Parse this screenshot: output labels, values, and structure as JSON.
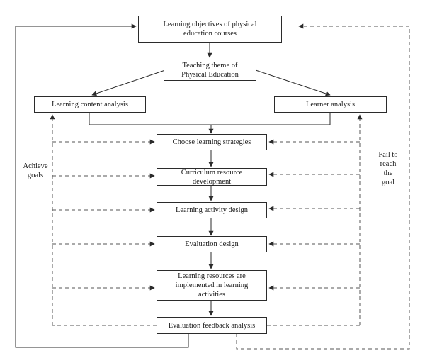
{
  "nodes": {
    "objectives": "Learning objectives of physical\neducation courses",
    "theme": "Teaching theme of\nPhysical Education",
    "content_analysis": "Learning content analysis",
    "learner_analysis": "Learner analysis",
    "strategies": "Choose learning strategies",
    "resource_dev": "Curriculum resource\ndevelopment",
    "activity_design": "Learning activity design",
    "evaluation_design": "Evaluation design",
    "implemented": "Learning resources are\nimplemented in learning\nactivities",
    "feedback": "Evaluation feedback analysis"
  },
  "labels": {
    "achieve": "Achieve\ngoals",
    "fail": "Fail to\nreach\nthe\ngoal"
  },
  "colors": {
    "line": "#2b2b2b",
    "dashed": "#555555"
  }
}
